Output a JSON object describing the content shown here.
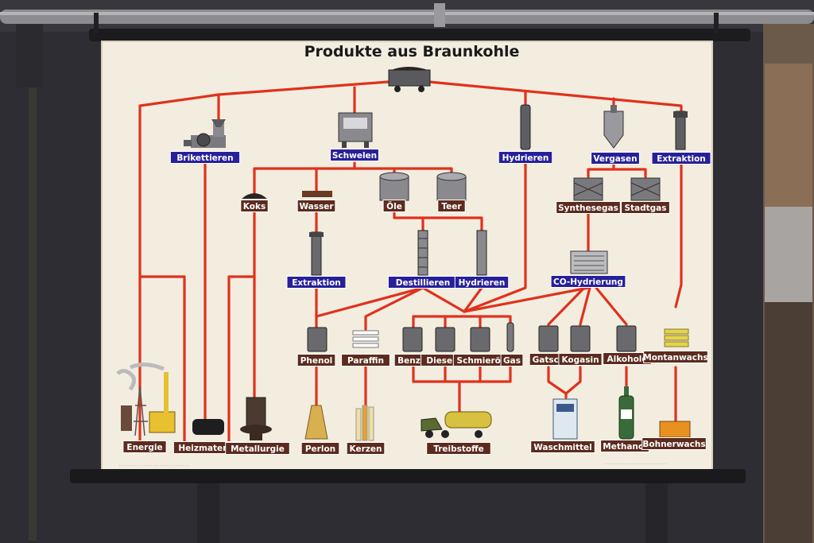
{
  "title": "Produkte aus Braunkohle",
  "colors": {
    "line": "#e0311c",
    "process_box": "#27209a",
    "product_box": "#5c2b1e",
    "paper": "#f3ede0",
    "wall": "#2e2d33"
  },
  "nodes": {
    "brikettieren": "Brikettieren",
    "schwelen": "Schwelen",
    "hydrieren_top": "Hydrieren",
    "vergasen": "Vergasen",
    "extraktion_top": "Extraktion",
    "koks": "Koks",
    "wasser": "Wasser",
    "oele": "Öle",
    "teer": "Teer",
    "synthesegas": "Synthesegas",
    "stadtgas": "Stadtgas",
    "extraktion_mid": "Extraktion",
    "destillieren": "Destillieren",
    "hydrieren_mid": "Hydrieren",
    "co_hydrierung": "CO-Hydrierung",
    "phenol": "Phenol",
    "paraffin": "Paraffin",
    "benzin": "Benzin",
    "dieseloel": "Dieselöl",
    "schmieroel": "Schmieröl",
    "gas": "Gas",
    "gatsch": "Gatsch",
    "kogasin": "Kogasin",
    "alkohole": "Alkohole",
    "montanwachs": "Montanwachs",
    "energie": "Energie",
    "heizmaterial": "Heizmaterial",
    "metallurgie": "Metallurgie",
    "perlon": "Perlon",
    "kerzen": "Kerzen",
    "treibstoffe": "Treibstoffe",
    "waschmittel": "Waschmittel",
    "methanol": "Methanol",
    "bohnerwachs": "Bohnerwachs"
  }
}
